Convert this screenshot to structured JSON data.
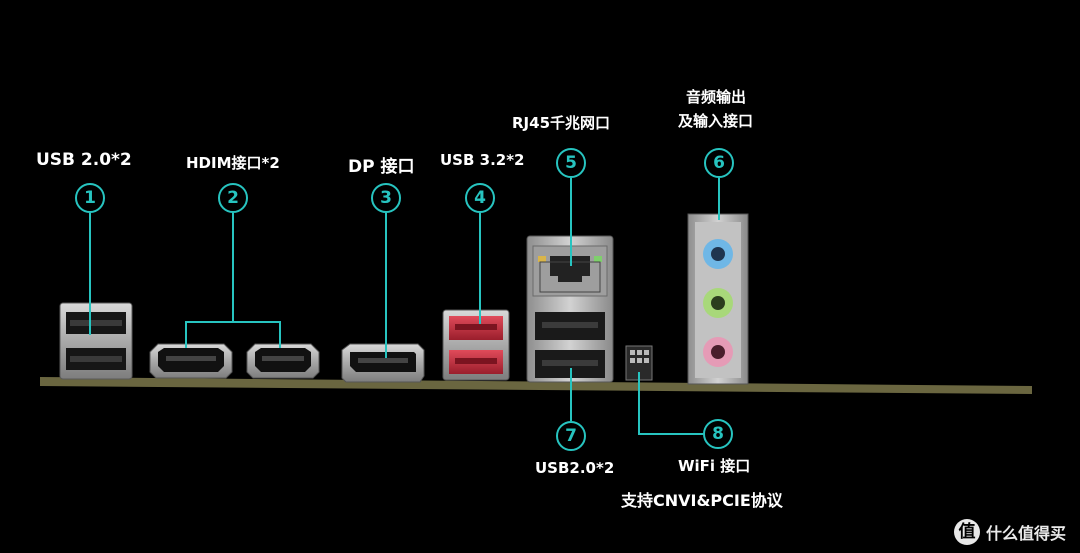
{
  "labels": {
    "usb20_top": "USB 2.0*2",
    "hdmi": "HDIM接口*2",
    "dp": "DP 接口",
    "usb32": "USB 3.2*2",
    "rj45": "RJ45千兆网口",
    "audio_line1": "音频输出",
    "audio_line2": "及输入接口",
    "usb20_bottom": "USB2.0*2",
    "wifi": "WiFi 接口",
    "cnvi": "支持CNVI&PCIE协议"
  },
  "numbers": [
    "1",
    "2",
    "3",
    "4",
    "5",
    "6",
    "7",
    "8"
  ],
  "watermark": {
    "badge": "值",
    "text": "什么值得买"
  },
  "colors": {
    "accent": "#27c4c0",
    "usb3": "#c0303c",
    "audio_blue": "#6fb7e6",
    "audio_green": "#a8d87a",
    "audio_pink": "#e59bb6"
  }
}
